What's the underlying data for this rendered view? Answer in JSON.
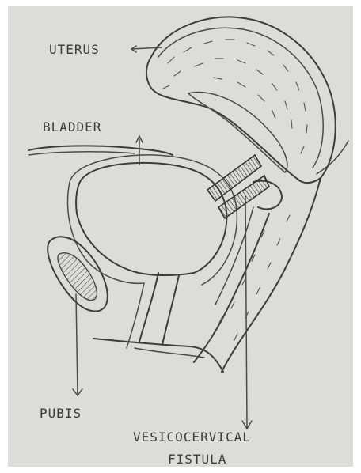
{
  "labels": {
    "uterus": "UTERUS",
    "bladder": "BLADDER",
    "pubis": "PUBIS",
    "fistula_line1": "VESICOCERVICAL",
    "fistula_line2": "FISTULA"
  },
  "colors": {
    "paper": "#dcdcd8",
    "ink": "#3c3c3c",
    "frame": "#ffffff"
  }
}
